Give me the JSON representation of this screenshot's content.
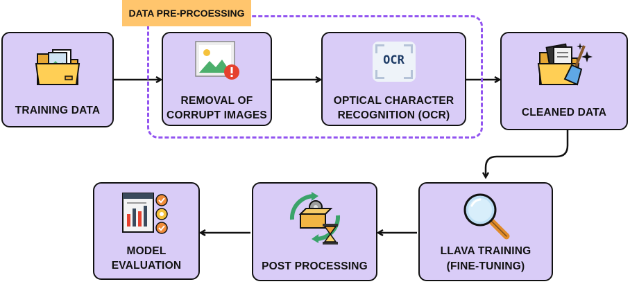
{
  "group": {
    "label": "DATA PRE-PRCOESSING"
  },
  "nodes": {
    "training_data": {
      "label": "TRAINING DATA",
      "icon": "folder-icon"
    },
    "removal": {
      "line1": "REMOVAL OF",
      "line2": "CORRUPT IMAGES",
      "icon": "image-error-icon"
    },
    "ocr": {
      "line1": "OPTICAL CHARACTER",
      "line2": "RECOGNITION (OCR)",
      "icon_text": "OCR",
      "icon": "ocr-icon"
    },
    "cleaned_data": {
      "label": "CLEANED DATA",
      "icon": "clean-folder-icon"
    },
    "llava": {
      "line1": "LLAVA TRAINING",
      "line2": "(FINE-TUNING)",
      "icon": "magnifier-icon"
    },
    "post": {
      "label": "POST PROCESSING",
      "icon": "gear-box-hourglass-icon"
    },
    "model_eval": {
      "line1": "MODEL",
      "line2": "EVALUATION",
      "icon": "report-check-icon"
    }
  },
  "colors": {
    "box_fill": "#d9ccf7",
    "dash": "#9254f0",
    "tag": "#ffc56d"
  }
}
